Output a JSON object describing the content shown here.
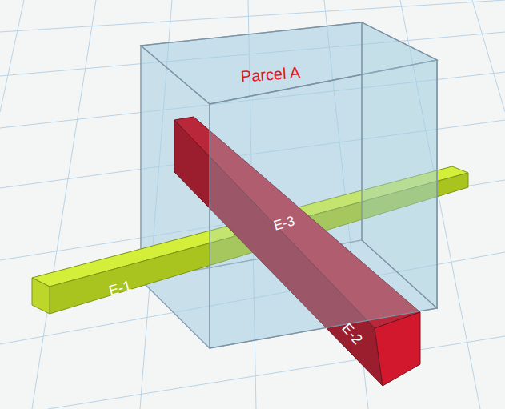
{
  "diagram": {
    "labels": [
      "Parcel A",
      "E-1",
      "E-3",
      "E-2"
    ]
  }
}
